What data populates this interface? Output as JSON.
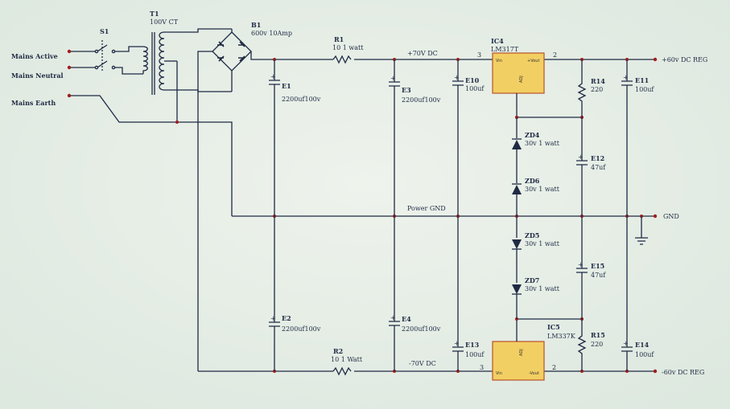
{
  "inputs": {
    "active": "Mains Active",
    "neutral": "Mains Neutral",
    "earth": "Mains Earth"
  },
  "components": {
    "s1": "S1",
    "t1_name": "T1",
    "t1_rating": "100V CT",
    "b1_name": "B1",
    "b1_rating": "600v 10Amp",
    "r1_name": "R1",
    "r1_rating": "10 1 watt",
    "r2_name": "R2",
    "r2_rating": "10 1 Watt",
    "e1_name": "E1",
    "e1_rating": "2200uf100v",
    "e2_name": "E2",
    "e2_rating": "2200uf100v",
    "e3_name": "E3",
    "e3_rating": "2200uf100v",
    "e4_name": "E4",
    "e4_rating": "2200uf100v",
    "e10_name": "E10",
    "e10_rating": "100uf",
    "e13_name": "E13",
    "e13_rating": "100uf",
    "ic4_name": "IC4",
    "ic4_part": "LM317T",
    "ic5_name": "IC5",
    "ic5_part": "LM337K",
    "zd4_name": "ZD4",
    "zd6_name": "ZD6",
    "zd5_name": "ZD5",
    "zd7_name": "ZD7",
    "zd_rating": "30v 1 watt",
    "r14_name": "R14",
    "r14_rating": "220",
    "r15_name": "R15",
    "r15_rating": "220",
    "e12_name": "E12",
    "e12_rating": "47uf",
    "e15_name": "E15",
    "e15_rating": "47uf",
    "e11_name": "E11",
    "e11_rating": "100uf",
    "e14_name": "E14",
    "e14_rating": "100uf"
  },
  "pins": {
    "vin": "Vin",
    "pvout": "+Vout",
    "nvout": "-Vout",
    "adj": "ADJ",
    "ic4_in": "3",
    "ic4_out": "2",
    "ic5_in": "3",
    "ic5_out": "2"
  },
  "rails": {
    "positive": "+70V DC",
    "negative": "-70V DC",
    "power_gnd": "Power GND",
    "positive_out": "+60v DC REG",
    "negative_out": "-60v DC REG",
    "gnd": "GND"
  },
  "colors": {
    "wire": "#1f2a44",
    "junction": "#a11d1d",
    "ic_fill": "#f2cf63",
    "ic_border": "#b9522b",
    "background": "#e8efe4"
  }
}
